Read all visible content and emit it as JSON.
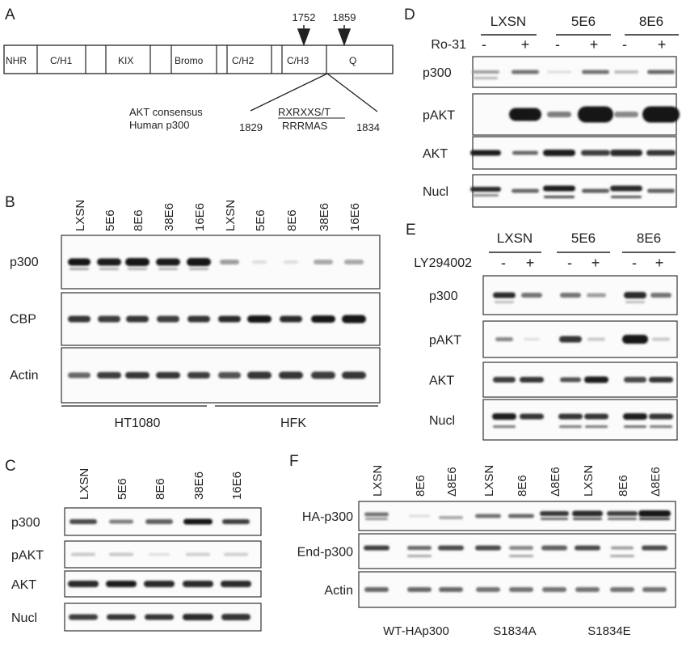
{
  "panels": {
    "A": {
      "letter": "A",
      "domains": [
        "NHR",
        "C/H1",
        "KIX",
        "Bromo",
        "C/H2",
        "C/H3",
        "Q"
      ],
      "arrow_left_label": "1752",
      "arrow_right_label": "1859",
      "consensus_label": "AKT consensus",
      "human_label": "Human p300",
      "consensus_motif": "RXRXXS/T",
      "human_motif": "RRRMAS",
      "start_pos": "1829",
      "end_pos": "1834"
    },
    "B": {
      "letter": "B",
      "lanes": [
        "LXSN",
        "5E6",
        "8E6",
        "38E6",
        "16E6",
        "LXSN",
        "5E6",
        "8E6",
        "38E6",
        "16E6"
      ],
      "blots": [
        "p300",
        "CBP",
        "Actin"
      ],
      "groups": [
        "HT1080",
        "HFK"
      ]
    },
    "C": {
      "letter": "C",
      "lanes": [
        "LXSN",
        "5E6",
        "8E6",
        "38E6",
        "16E6"
      ],
      "blots": [
        "p300",
        "pAKT",
        "AKT",
        "Nucl"
      ]
    },
    "D": {
      "letter": "D",
      "groups": [
        "LXSN",
        "5E6",
        "8E6"
      ],
      "treatment": "Ro-31",
      "signs": [
        "-",
        "+",
        "-",
        "+",
        "-",
        "+"
      ],
      "blots": [
        "p300",
        "pAKT",
        "AKT",
        "Nucl"
      ]
    },
    "E": {
      "letter": "E",
      "groups": [
        "LXSN",
        "5E6",
        "8E6"
      ],
      "treatment": "LY294002",
      "signs": [
        "-",
        "+",
        "-",
        "+",
        "-",
        "+"
      ],
      "blots": [
        "p300",
        "pAKT",
        "AKT",
        "Nucl"
      ]
    },
    "F": {
      "letter": "F",
      "lanes": [
        "LXSN",
        "8E6",
        "Δ8E6",
        "LXSN",
        "8E6",
        "Δ8E6",
        "LXSN",
        "8E6",
        "Δ8E6"
      ],
      "blots": [
        "HA-p300",
        "End-p300",
        "Actin"
      ],
      "groups": [
        "WT-HAp300",
        "S1834A",
        "S1834E"
      ]
    }
  }
}
